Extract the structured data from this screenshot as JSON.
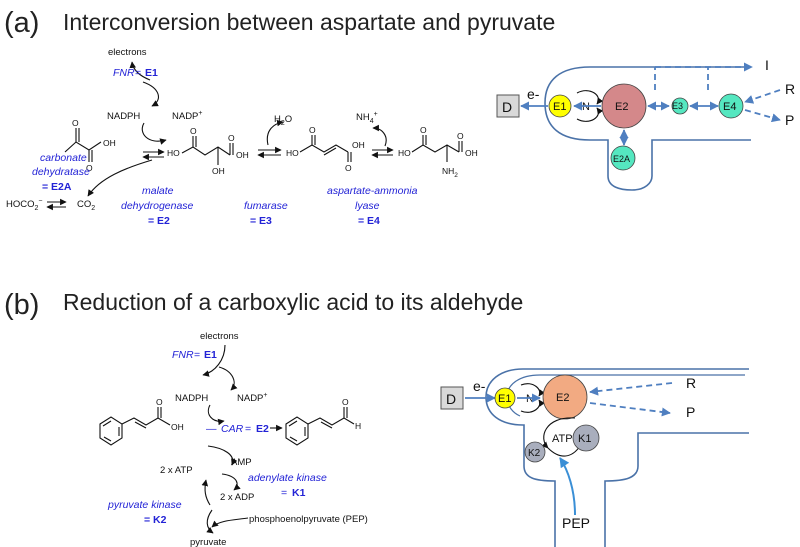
{
  "panel_a": {
    "letter": "(a)",
    "title": "Interconversion between aspartate and pyruvate",
    "scheme": {
      "electrons": "electrons",
      "nadph": "NADPH",
      "nadp": "NADP",
      "nadp_sup": "+",
      "h2o": "H",
      "h2o_sub": "2",
      "h2o_o": "O",
      "nh4": "NH",
      "nh4_sub": "4",
      "nh4_sup": "+",
      "hco3": "HOCO",
      "hco3_sub": "2",
      "hco3_sup": "−",
      "co2": "CO",
      "co2_sub": "2",
      "oh": "OH",
      "o": "O",
      "ho": "HO",
      "nh2": "NH",
      "nh2_sub": "2",
      "fnr_name": "FNR",
      "fnr_id": "E1",
      "cd_line1": "carbonate",
      "cd_line2": "dehydratase",
      "cd_id": "= E2A",
      "md_line1": "malate",
      "md_line2": "dehydrogenase",
      "md_id": "= E2",
      "fum_line1": "fumarase",
      "fum_id": "= E3",
      "aal_line1": "aspartate-ammonia",
      "aal_line2": "lyase",
      "aal_id": "= E4"
    },
    "network": {
      "d": "D",
      "e": "e-",
      "e1": "E1",
      "n": "N",
      "e2": "E2",
      "e3": "E3",
      "e4": "E4",
      "e2a": "E2A",
      "i": "I",
      "r": "R",
      "p": "P",
      "colors": {
        "e1": "#ffff00",
        "e2": "#d4888a",
        "e3": "#55e7c0",
        "e4": "#55e7c0",
        "e2a": "#55e7c0",
        "d": "#d9d9d9",
        "flow": "#4f7fc0"
      }
    }
  },
  "panel_b": {
    "letter": "(b)",
    "title": "Reduction of a carboxylic acid to its aldehyde",
    "scheme": {
      "electrons": "electrons",
      "nadph": "NADPH",
      "nadp": "NADP",
      "nadp_sup": "+",
      "oh": "OH",
      "o": "O",
      "h": "H",
      "amp": "AMP",
      "atp2": "2 x ATP",
      "adp2": "2 x ADP",
      "pyruvate": "pyruvate",
      "pep_full": "phosphoenolpyruvate (PEP)",
      "fnr_name": "FNR",
      "fnr_id": "E1",
      "car_name": "CAR",
      "car_id": "E2",
      "ak_line1": "adenylate kinase",
      "ak_id": "K1",
      "pk_line1": "pyruvate kinase",
      "pk_id": "= K2"
    },
    "network": {
      "d": "D",
      "e": "e-",
      "e1": "E1",
      "n": "N",
      "e2": "E2",
      "atp": "ATP",
      "k1": "K1",
      "k2": "K2",
      "r": "R",
      "p": "P",
      "pep": "PEP",
      "colors": {
        "e1": "#ffff00",
        "e2": "#f2aa82",
        "k1": "#a9aebd",
        "k2": "#a9aebd",
        "d": "#d9d9d9",
        "flow": "#4f7fc0"
      }
    }
  }
}
